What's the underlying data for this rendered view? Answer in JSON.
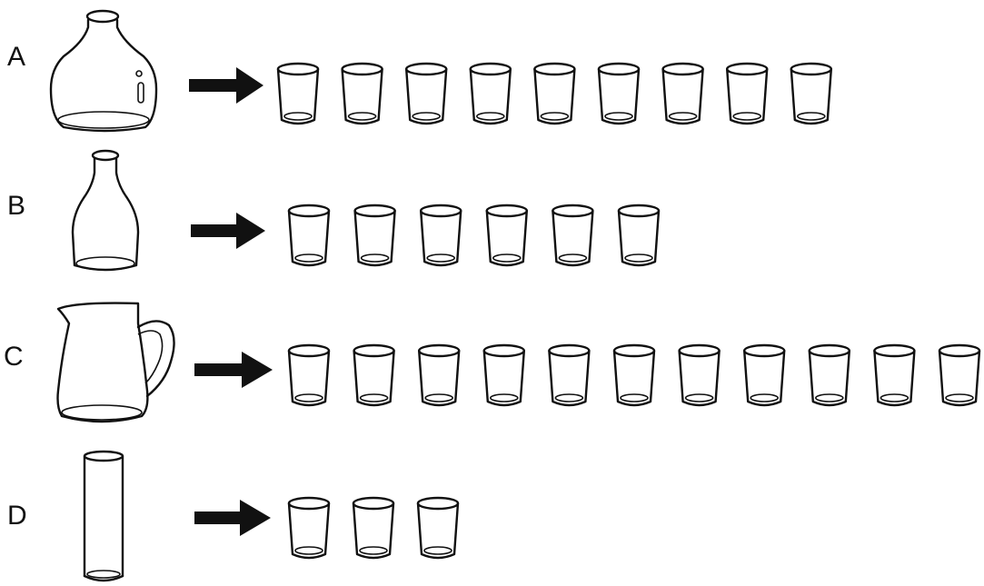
{
  "rows": [
    {
      "label": "A",
      "vessel": "round-bottle",
      "glasses": 9
    },
    {
      "label": "B",
      "vessel": "tall-bottle",
      "glasses": 6
    },
    {
      "label": "C",
      "vessel": "jug",
      "glasses": 11
    },
    {
      "label": "D",
      "vessel": "cylinder",
      "glasses": 3
    }
  ],
  "colors": {
    "ink": "#111111",
    "background": "#ffffff"
  }
}
